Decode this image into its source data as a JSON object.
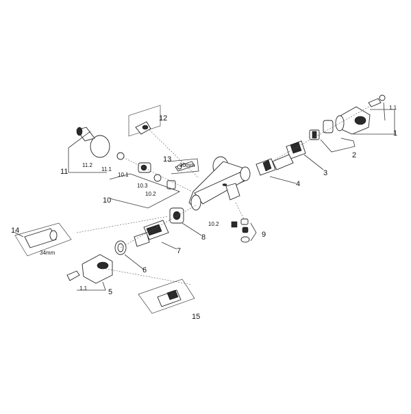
{
  "labels": {
    "p1": "1",
    "p1_1": "1.1",
    "p2": "2",
    "p3": "3",
    "p4": "4",
    "p5": "5",
    "p5_1": "1.1",
    "p6": "6",
    "p7": "7",
    "p8": "8",
    "p9": "9",
    "p10": "10",
    "p10_1": "10.1",
    "p10_2": "10.2",
    "p10_3": "10.3",
    "p10_2b": "10.2",
    "p11": "11",
    "p11_1": "11.1",
    "p11_2": "11.2",
    "p12": "12",
    "p13": "13",
    "p13_note": "30mm",
    "p14": "14",
    "p14_note": "34mm",
    "p15": "15"
  }
}
